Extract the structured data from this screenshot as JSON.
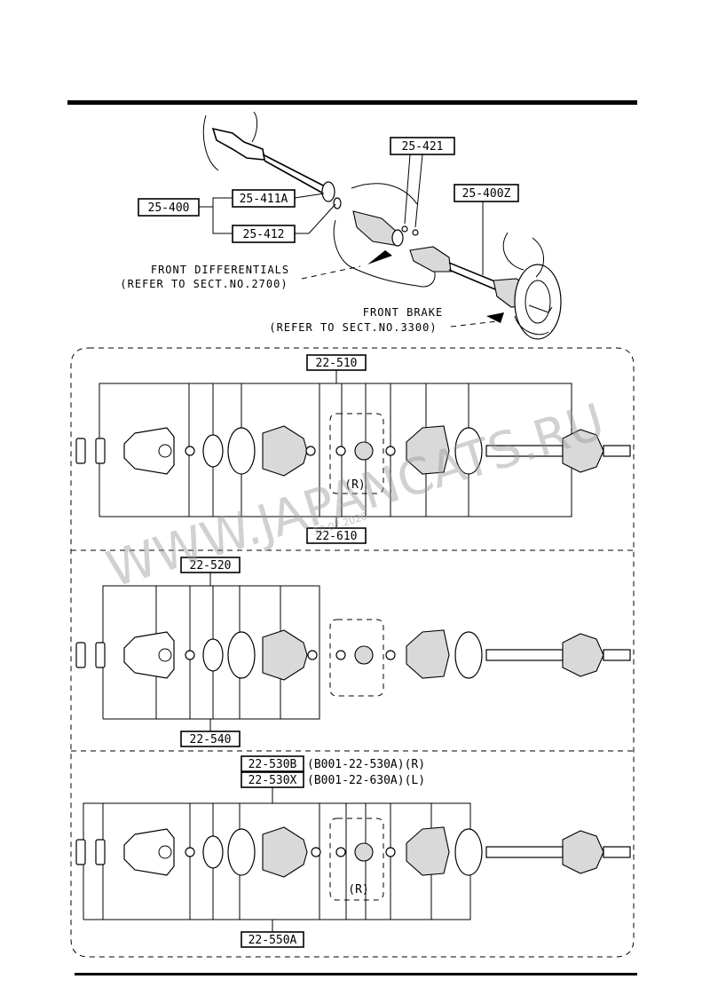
{
  "labels": {
    "assembly": "25-400",
    "joint_outer": "25-411A",
    "joint_inner": "25-412",
    "seal": "25-421",
    "shaft_right": "25-400Z",
    "row1_top": "22-510",
    "row1_bottom": "22-610",
    "row2_top": "22-520",
    "row2_bottom": "22-540",
    "row3_top_a": "22-530B",
    "row3_top_b": "22-530X",
    "row3_note_a": "(B001-22-530A)(R)",
    "row3_note_b": "(B001-22-630A)(L)",
    "row3_bottom": "22-550A",
    "right_mark": "(R)"
  },
  "notes": {
    "diff_line1": "FRONT DIFFERENTIALS",
    "diff_line2": "(REFER TO SECT.NO.2700)",
    "brake_line1": "FRONT BRAKE",
    "brake_line2": "(REFER TO SECT.NO.3300)"
  },
  "watermark": {
    "text": "WWW.JAPANCATS.RU",
    "date": "30.07.2026"
  }
}
